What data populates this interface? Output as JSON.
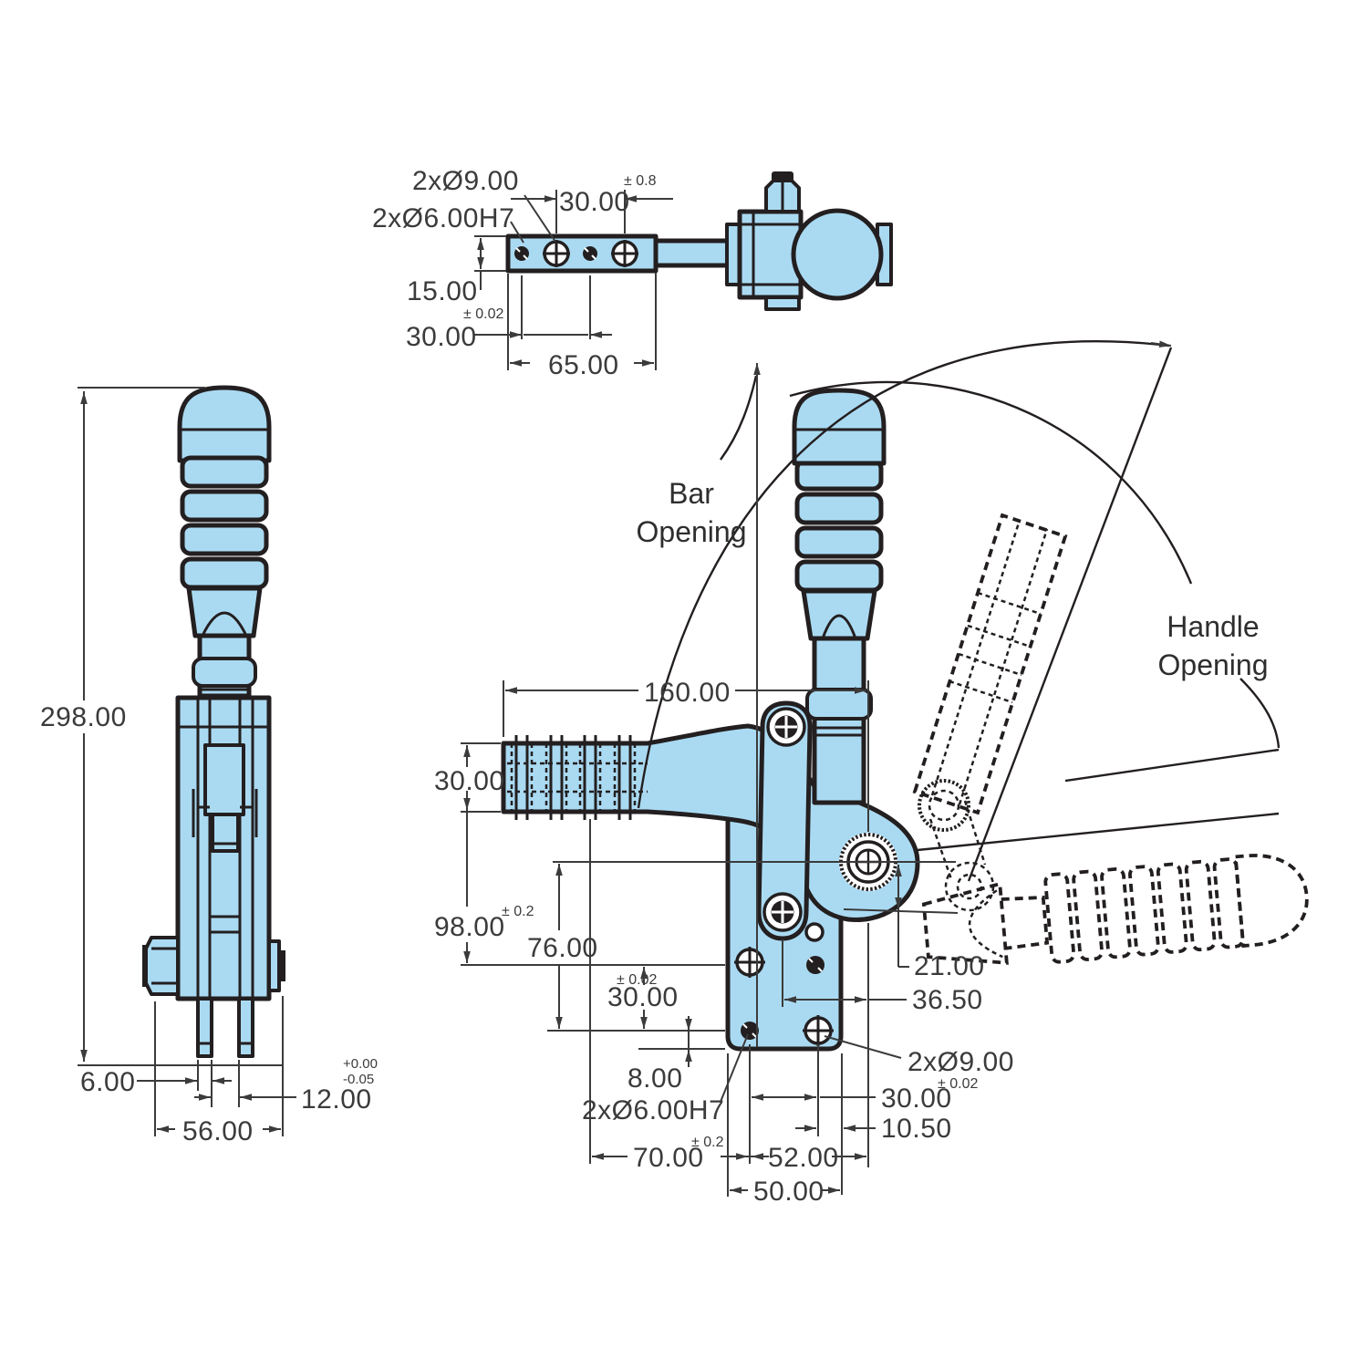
{
  "colors": {
    "part_fill": "#aadaf2",
    "line": "#231f20",
    "dim": "#3b3b3b",
    "bg": "#ffffff"
  },
  "labels": {
    "bar_opening_1": "Bar",
    "bar_opening_2": "Opening",
    "handle_opening_1": "Handle",
    "handle_opening_2": "Opening"
  },
  "top_view": {
    "holes_large": "2xØ9.00",
    "holes_small": "2xØ6.00H7",
    "pitch": "30.00",
    "pitch_tol": "± 0.8",
    "thickness": "15.00",
    "pitch_small": "30.00",
    "pitch_small_tol": "± 0.02",
    "length": "65.00"
  },
  "side_view": {
    "height": "298.00",
    "prong_width": "6.00",
    "slot_width": "12.00",
    "slot_tol_plus": "+0.00",
    "slot_tol_minus": "-0.05",
    "width": "56.00"
  },
  "front_view": {
    "bar_length": "160.00",
    "bar_height": "30.00",
    "mount_height": "98.00",
    "mount_height_tol": "± 0.2",
    "pivot_height": "76.00",
    "hole_row_pitch": "30.00",
    "hole_row_pitch_tol": "± 0.02",
    "base_offset": "8.00",
    "holes_small": "2xØ6.00H7",
    "jaw_offset": "21.00",
    "link_offset": "36.50",
    "holes_large": "2xØ9.00",
    "hole_pitch": "30.00",
    "hole_pitch_tol": "± 0.02",
    "edge_offset": "10.50",
    "bar_hole_offset": "70.00",
    "bar_hole_offset_tol": "± 0.2",
    "pivot_offset": "52.00",
    "plate_width": "50.00"
  }
}
